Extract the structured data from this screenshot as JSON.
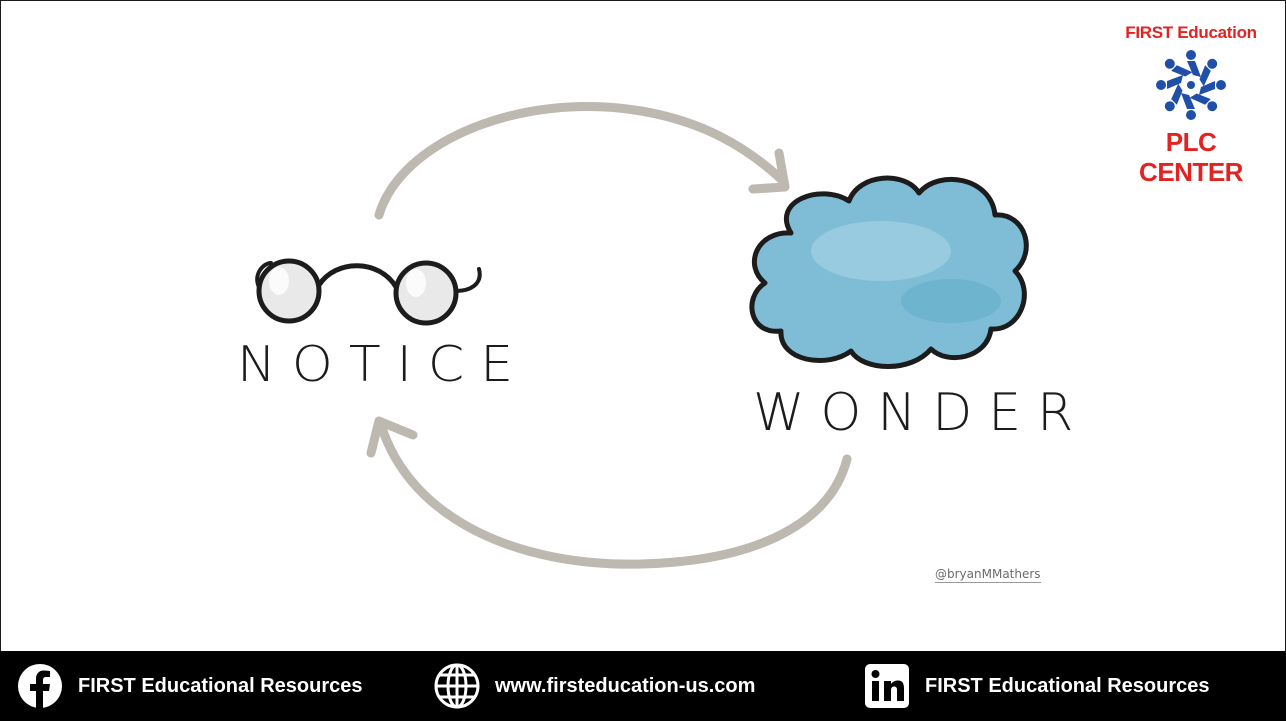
{
  "slide": {
    "notice_label": "NOTICE",
    "wonder_label": "WONDER",
    "credit": "@bryanMMathers",
    "icons": [
      "glasses-icon",
      "cloud-icon",
      "cycle-arrow-icon"
    ],
    "colors": {
      "arrow": "#bdb8b0",
      "cloud": "#7fbdd6",
      "ink": "#1c1c1c"
    }
  },
  "logo": {
    "top_text": "FIRST Education",
    "bottom_text": "PLC CENTER",
    "colors": {
      "text": "#e32222",
      "mark": "#1f4fa8"
    }
  },
  "footer": {
    "items": [
      {
        "icon": "facebook-icon",
        "label": "FIRST Educational Resources"
      },
      {
        "icon": "globe-icon",
        "label": "www.firsteducation-us.com"
      },
      {
        "icon": "linkedin-icon",
        "label": "FIRST Educational Resources"
      }
    ],
    "background": "#000000"
  }
}
